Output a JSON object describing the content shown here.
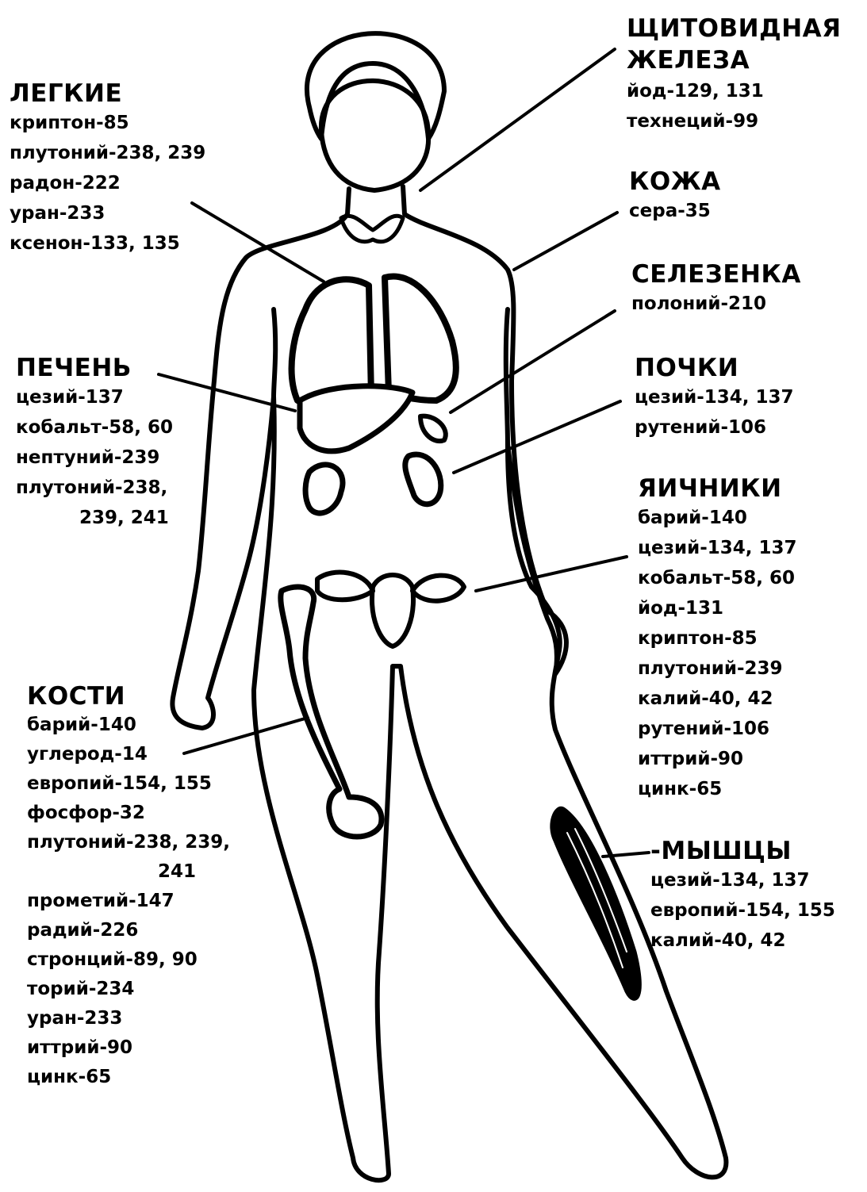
{
  "labels": {
    "thyroid": {
      "title_lines": [
        "ЩИТОВИДНАЯ",
        "ЖЕЛЕЗА"
      ],
      "items": [
        "йод-129, 131",
        "технеций-99"
      ]
    },
    "lungs": {
      "title": "ЛЕГКИЕ",
      "items": [
        "криптон-85",
        "плутоний-238, 239",
        "радон-222",
        "уран-233",
        "ксенон-133, 135"
      ]
    },
    "skin": {
      "title": "КОЖА",
      "items": [
        "сера-35"
      ]
    },
    "spleen": {
      "title": "СЕЛЕЗЕНКА",
      "items": [
        "полоний-210"
      ]
    },
    "liver": {
      "title": "ПЕЧЕНЬ",
      "items": [
        "цезий-137",
        "кобальт-58, 60",
        "нептуний-239",
        "плутоний-238,",
        "239, 241"
      ]
    },
    "kidneys": {
      "title": "ПОЧКИ",
      "items": [
        "цезий-134, 137",
        "рутений-106"
      ]
    },
    "ovaries": {
      "title": "ЯИЧНИКИ",
      "items": [
        "барий-140",
        "цезий-134, 137",
        "кобальт-58, 60",
        "йод-131",
        "криптон-85",
        "плутоний-239",
        "калий-40, 42",
        "рутений-106",
        "иттрий-90",
        "цинк-65"
      ]
    },
    "bones": {
      "title": "КОСТИ",
      "items": [
        "барий-140",
        "углерод-14",
        "европий-154, 155",
        "фосфор-32",
        "плутоний-238, 239,",
        "241",
        "прометий-147",
        "радий-226",
        "стронций-89, 90",
        "торий-234",
        "уран-233",
        "иттрий-90",
        "цинк-65"
      ]
    },
    "muscles": {
      "title": "-МЫШЦЫ",
      "items": [
        "цезий-134, 137",
        "европий-154, 155",
        "калий-40, 42"
      ]
    }
  }
}
